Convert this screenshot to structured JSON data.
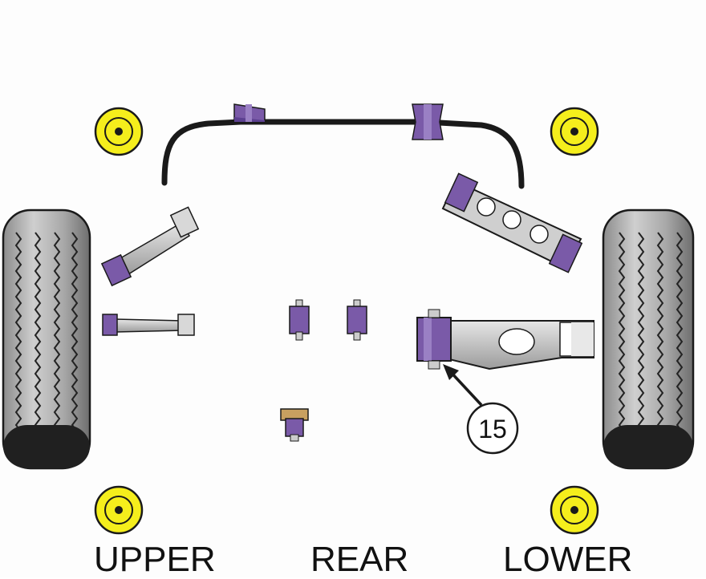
{
  "labels": {
    "upper": "UPPER",
    "rear": "REAR",
    "lower": "LOWER"
  },
  "callout": {
    "number": "15"
  },
  "colors": {
    "bush_purple": "#7a5aa8",
    "bush_purple_light": "#9a80c4",
    "wheel_yellow": "#f5ee1c",
    "tyre_grey": "#b9b9b9",
    "arm_grey": "#d0d0d0",
    "outline": "#1a1a1a"
  }
}
